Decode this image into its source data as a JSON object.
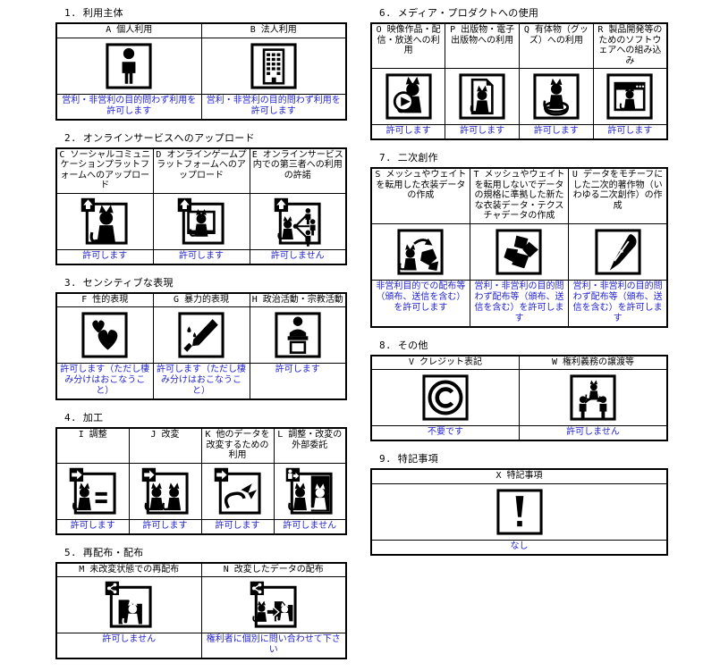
{
  "accent": {
    "status_color": "#2323d1",
    "border_color": "#000000"
  },
  "sections": [
    {
      "no": "1.",
      "title": "利用主体",
      "column": "left",
      "items": [
        {
          "label": "A 個人利用",
          "icon": "person-icon",
          "status": "営利・非営利の目的問わず利用を許可します"
        },
        {
          "label": "B 法人利用",
          "icon": "building-icon",
          "status": "営利・非営利の目的問わず利用を許可します"
        }
      ]
    },
    {
      "no": "2.",
      "title": "オンラインサービスへのアップロード",
      "column": "left",
      "items": [
        {
          "label": "C ソーシャルコミュニケーションプラットフォームへのアップロード",
          "icon": "upload-social-icon",
          "status": "許可します"
        },
        {
          "label": "D オンラインゲームプラットフォームへのアップロード",
          "icon": "upload-game-icon",
          "status": "許可します"
        },
        {
          "label": "E オンラインサービス内での第三者への利用の許諾",
          "icon": "upload-thirdparty-icon",
          "status": "許可しません"
        }
      ]
    },
    {
      "no": "3.",
      "title": "センシティブな表現",
      "column": "left",
      "items": [
        {
          "label": "F 性的表現",
          "icon": "hearts-icon",
          "status": "許可します（ただし棲み分けはおこなうこと）"
        },
        {
          "label": "G 暴力的表現",
          "icon": "knife-icon",
          "status": "許可します（ただし棲み分けはおこなうこと）"
        },
        {
          "label": "H 政治活動・宗教活動",
          "icon": "podium-icon",
          "status": "許可します"
        }
      ]
    },
    {
      "no": "4.",
      "title": "加工",
      "column": "left",
      "items": [
        {
          "label": "I 調整",
          "icon": "adjust-icon",
          "status": "許可します"
        },
        {
          "label": "J 改変",
          "icon": "modify-icon",
          "status": "許可します"
        },
        {
          "label": "K 他のデータを改変するための利用",
          "icon": "modify-other-icon",
          "status": "許可します"
        },
        {
          "label": "L 調整・改変の外部委託",
          "icon": "outsource-icon",
          "status": "許可しません"
        }
      ]
    },
    {
      "no": "5.",
      "title": "再配布・配布",
      "column": "left",
      "items": [
        {
          "label": "M 未改変状態での再配布",
          "icon": "redistribute-icon",
          "status": "許可しません"
        },
        {
          "label": "N 改変したデータの配布",
          "icon": "distribute-modified-icon",
          "status": "権利者に個別に問い合わせて下さい"
        }
      ]
    },
    {
      "no": "6.",
      "title": "メディア・プロダクトへの使用",
      "column": "right",
      "items": [
        {
          "label": "O 映像作品・配信・放送への利用",
          "icon": "video-icon",
          "status": "許可します"
        },
        {
          "label": "P 出版物・電子出版物への利用",
          "icon": "publication-icon",
          "status": "許可します"
        },
        {
          "label": "Q 有体物（グッズ）への利用",
          "icon": "goods-icon",
          "status": "許可します"
        },
        {
          "label": "R 製品開発等のためのソフトウェアへの組み込み",
          "icon": "software-icon",
          "status": "許可します"
        }
      ]
    },
    {
      "no": "7.",
      "title": "二次創作",
      "column": "right",
      "items": [
        {
          "label": "S メッシュやウェイトを転用した衣装データの作成",
          "icon": "mesh-reuse-icon",
          "status": "非営利目的での配布等（頒布、送信を含む）を許可します"
        },
        {
          "label": "T メッシュやウェイトを転用しないでデータの規格に準拠した新たな衣装データ・テクスチャデータの作成",
          "icon": "new-costume-icon",
          "status": "営利・非営利の目的問わず配布等（頒布、送信を含む）を許可します"
        },
        {
          "label": "U データをモチーフにした二次的著作物（いわゆる二次創作）の作成",
          "icon": "pen-icon",
          "status": "営利・非営利の目的問わず配布等（頒布、送信を含む）を許可します"
        }
      ]
    },
    {
      "no": "8.",
      "title": "その他",
      "column": "right",
      "items": [
        {
          "label": "V クレジット表記",
          "icon": "copyright-icon",
          "status": "不要です"
        },
        {
          "label": "W 権利義務の譲渡等",
          "icon": "rights-transfer-icon",
          "status": "許可しません"
        }
      ]
    },
    {
      "no": "9.",
      "title": "特記事項",
      "column": "right",
      "items": [
        {
          "label": "X 特記事項",
          "icon": "exclamation-icon",
          "status": "なし"
        }
      ]
    }
  ]
}
